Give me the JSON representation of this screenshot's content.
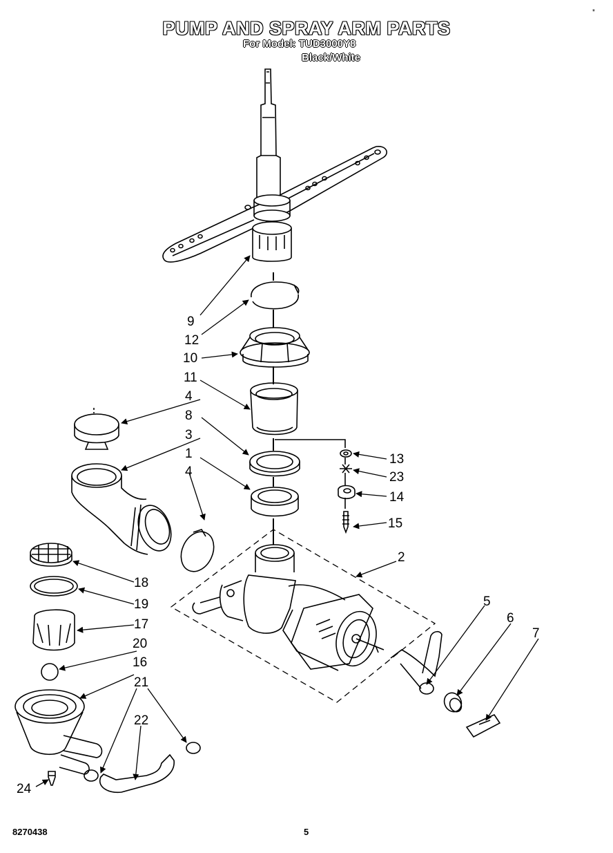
{
  "title": "PUMP AND SPRAY ARM PARTS",
  "subtitle": "For Model: TUD3000Y8",
  "color_line": "Black/White",
  "corner_mark": "*",
  "doc_number": "8270438",
  "page_number": "5",
  "callouts": {
    "c9": "9",
    "c12": "12",
    "c10": "10",
    "c11": "11",
    "c4a": "4",
    "c8": "8",
    "c3": "3",
    "c1": "1",
    "c4b": "4",
    "c13": "13",
    "c23": "23",
    "c14": "14",
    "c15": "15",
    "c2": "2",
    "c5": "5",
    "c6": "6",
    "c7": "7",
    "c18": "18",
    "c19": "19",
    "c17": "17",
    "c20": "20",
    "c16": "16",
    "c21": "21",
    "c22": "22",
    "c24": "24"
  }
}
